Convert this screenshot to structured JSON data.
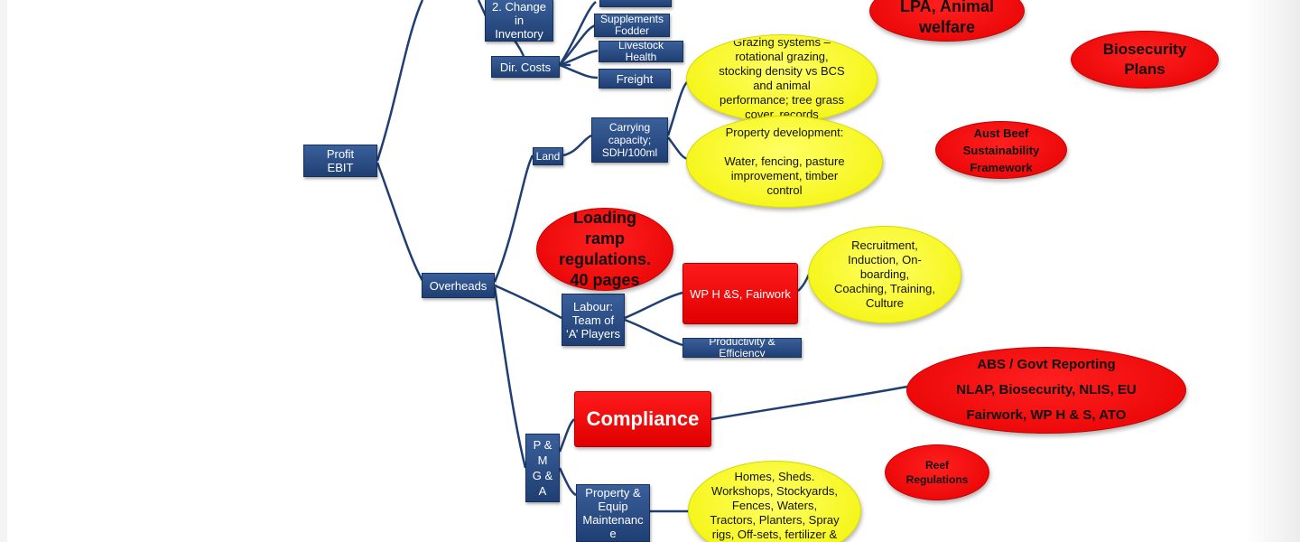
{
  "colors": {
    "node_blue": "#1f3f73",
    "highlight_red": "#ff0000",
    "note_yellow": "#ffff33",
    "connector": "#1f3f73"
  },
  "nodes": {
    "profit": "Profit\nEBIT",
    "change_inventory": "2. Change\nin\nInventory",
    "dir_costs": "Dir. Costs",
    "supplements_fodder": "Supplements\nFodder",
    "livestock_health": "Livestock\nHealth",
    "freight": "Freight",
    "overheads": "Overheads",
    "land": "Land",
    "carrying_capacity": "Carrying\ncapacity;\nSDH/100ml",
    "labour": "Labour:\nTeam of\n‘A’ Players",
    "wphs_fairwork": "WP H &S, Fairwork",
    "productivity": "Productivity &\nEfficiency",
    "pmga": "P &\nM\nG &\nA",
    "compliance": "Compliance",
    "property_equip": "Property &\nEquip\nMaintenanc\ne"
  },
  "notes": {
    "lpa_animal_welfare": "LPA, Animal\nwelfare",
    "biosecurity_plans": "Biosecurity\nPlans",
    "grazing_systems": "Grazing systems –\nrotational grazing,\nstocking density vs BCS\nand animal\nperformance; tree grass\ncover, records",
    "property_development": "Property development:\n\nWater, fencing, pasture\nimprovement, timber\ncontrol",
    "aust_beef": "Aust Beef\nSustainability\nFramework",
    "loading_ramp": "Loading\nramp\nregulations.\n40 pages",
    "recruitment": "Recruitment,\nInduction, On-\nboarding,\nCoaching, Training,\nCulture",
    "abs_reporting": "ABS / Govt Reporting\n\nNLAP, Biosecurity, NLIS, EU\n\nFairwork, WP H & S, ATO",
    "reef_regulations": "Reef\nRegulations",
    "homes_sheds": "Homes, Sheds.\nWorkshops, Stockyards,\nFences, Waters,\nTractors, Planters, Spray\nrigs, Off-sets, fertilizer &"
  }
}
